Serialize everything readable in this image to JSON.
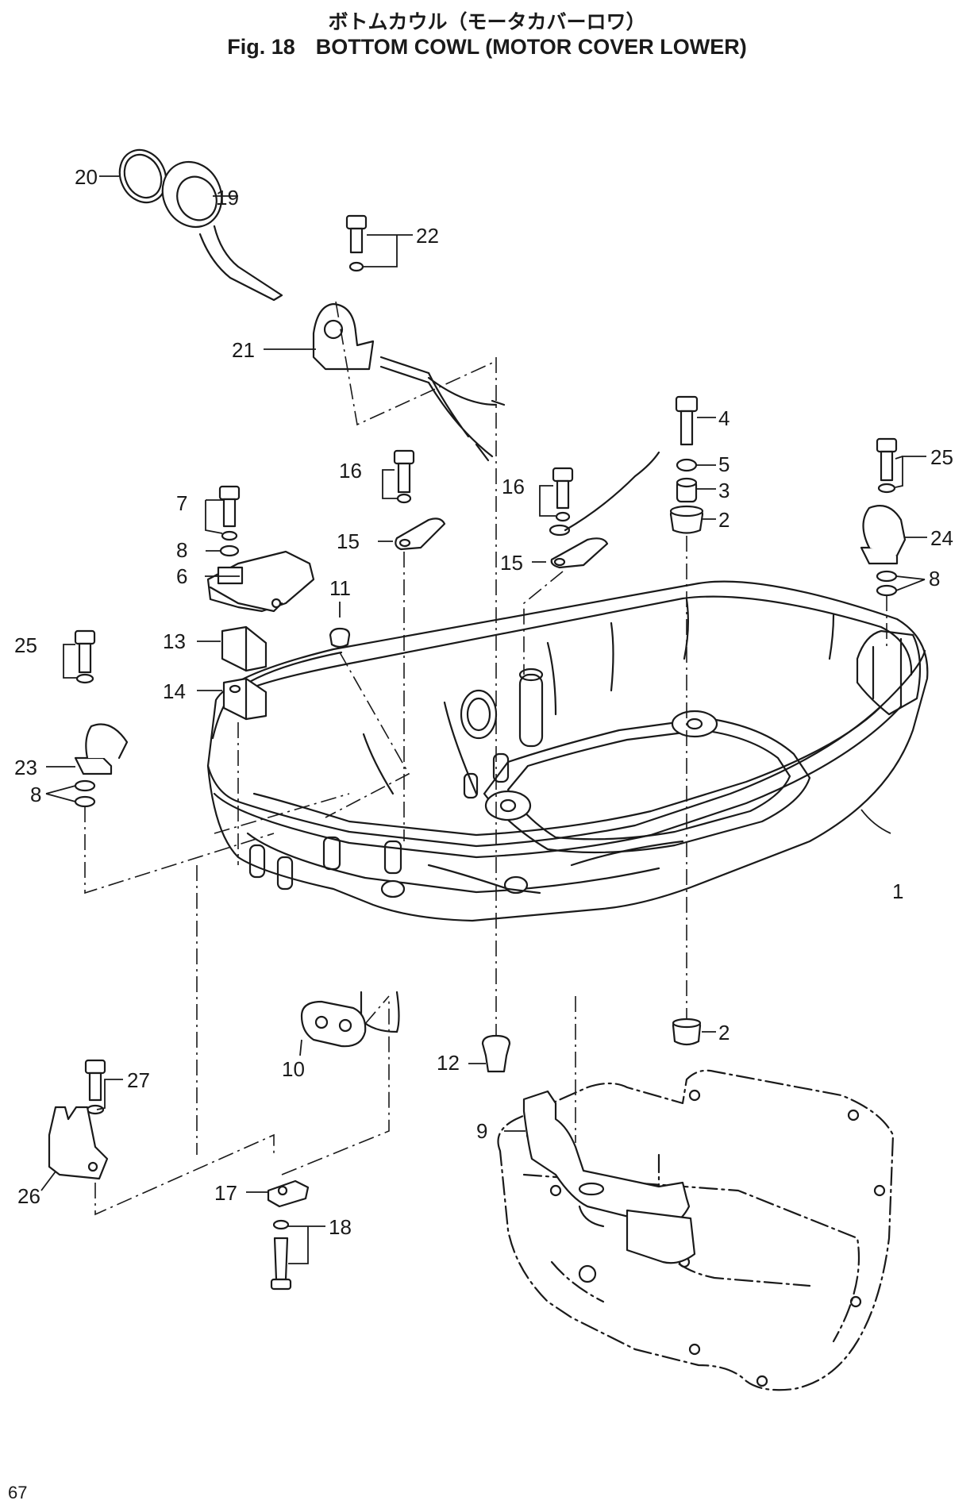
{
  "header": {
    "title_jp": "ボトムカウル（モータカバーロワ）",
    "fig_label": "Fig. 18",
    "title_en": "BOTTOM COWL (MOTOR COVER LOWER)"
  },
  "footer": {
    "page_number": "67"
  },
  "callouts": {
    "c1": "1",
    "c2a": "2",
    "c2b": "2",
    "c3": "3",
    "c4": "4",
    "c5": "5",
    "c6": "6",
    "c7": "7",
    "c8a": "8",
    "c8b": "8",
    "c8c": "8",
    "c9": "9",
    "c10": "10",
    "c11": "11",
    "c12": "12",
    "c13": "13",
    "c14": "14",
    "c15a": "15",
    "c15b": "15",
    "c16a": "16",
    "c16b": "16",
    "c17": "17",
    "c18": "18",
    "c19": "19",
    "c20": "20",
    "c21": "21",
    "c22": "22",
    "c23": "23",
    "c24": "24",
    "c25a": "25",
    "c25b": "25",
    "c26": "26",
    "c27": "27"
  }
}
